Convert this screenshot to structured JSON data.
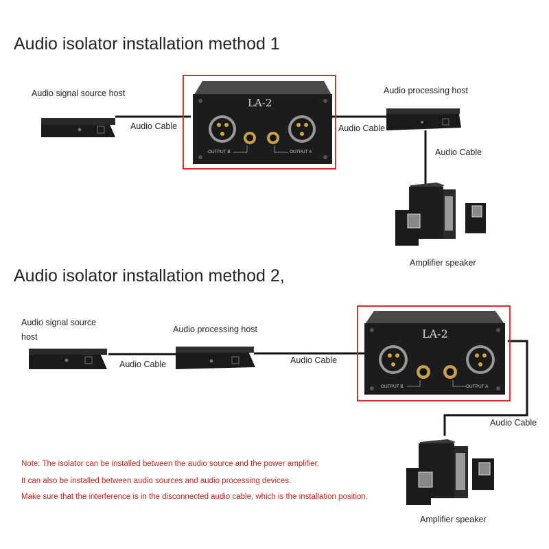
{
  "method1": {
    "heading": "Audio isolator installation method 1",
    "source_label": "Audio signal source host",
    "cable_label_1": "Audio Cable",
    "cable_label_2": "Audio Cable",
    "cable_label_3": "Audio Cable",
    "processing_label": "Audio processing host",
    "speaker_label": "Amplifier speaker",
    "device": {
      "model": "LA-2",
      "output_b": "OUTPUT B",
      "output_a": "OUTPUT A"
    }
  },
  "method2": {
    "heading": "Audio isolator installation method 2,",
    "source_label": "Audio signal source host",
    "processing_label": "Audio processing host",
    "cable_label_1": "Audio Cable",
    "cable_label_2": "Audio Cable",
    "cable_label_3": "Audio Cable",
    "speaker_label": "Amplifier speaker",
    "device": {
      "model": "LA-2",
      "output_b": "OUTPUT B",
      "output_a": "OUTPUT A"
    }
  },
  "notes": [
    "Note: The isolator can be installed between the audio source and the power amplifier,",
    "It can also be installed between audio sources and audio processing devices.",
    "Make sure that the interference is in the disconnected audio cable, which is the installation position."
  ],
  "colors": {
    "highlight_box": "#e0282a",
    "note_text": "#d0201b",
    "device_body": "#1c1c1e"
  }
}
